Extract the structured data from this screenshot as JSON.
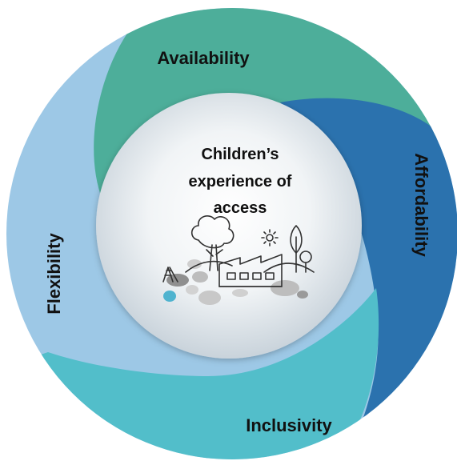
{
  "center": {
    "lines": [
      "Children’s",
      "experience of",
      "access"
    ],
    "illustration": "playground-school-landscape-icon"
  },
  "segments": [
    {
      "id": "availability",
      "label": "Availability",
      "color": "#4DAE9A"
    },
    {
      "id": "affordability",
      "label": "Affordability",
      "color": "#2B72AE"
    },
    {
      "id": "inclusivity",
      "label": "Inclusivity",
      "color": "#52BECA"
    },
    {
      "id": "flexibility",
      "label": "Flexibility",
      "color": "#9DC8E6"
    }
  ],
  "colors": {
    "center_fill_light": "#FFFFFF",
    "center_fill_dark": "#C9D3DB",
    "icon_stroke": "#333333",
    "rock_gray": "#BDBDBD",
    "water_blue": "#4FB3CF"
  }
}
